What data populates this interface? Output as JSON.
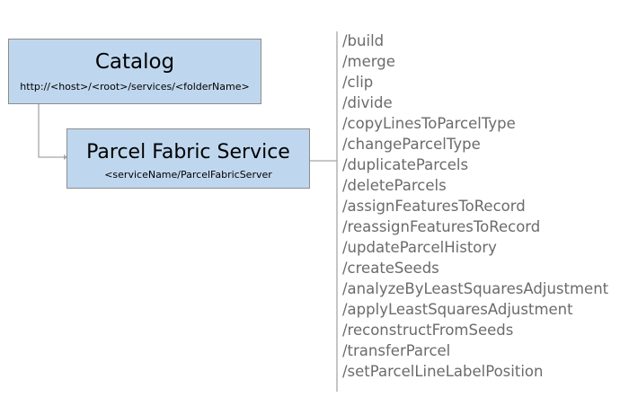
{
  "catalog": {
    "title": "Catalog",
    "url": "http://<host>/<root>/services/<folderName>"
  },
  "service": {
    "title": "Parcel Fabric Service",
    "path": "<serviceName/ParcelFabricServer"
  },
  "operations": [
    "/build",
    "/merge",
    "/clip",
    "/divide",
    "/copyLinesToParcelType",
    "/changeParcelType",
    "/duplicateParcels",
    "/deleteParcels",
    "/assignFeaturesToRecord",
    "/reassignFeaturesToRecord",
    "/updateParcelHistory",
    "/createSeeds",
    "/analyzeByLeastSquaresAdjustment",
    "/applyLeastSquaresAdjustment",
    "/reconstructFromSeeds",
    "/transferParcel",
    "/setParcelLineLabelPosition"
  ],
  "colors": {
    "box_fill": "#bfd7ee",
    "box_border": "#8c8c8c",
    "connector": "#a6a6a6",
    "operation_text": "#6b6b6b"
  }
}
